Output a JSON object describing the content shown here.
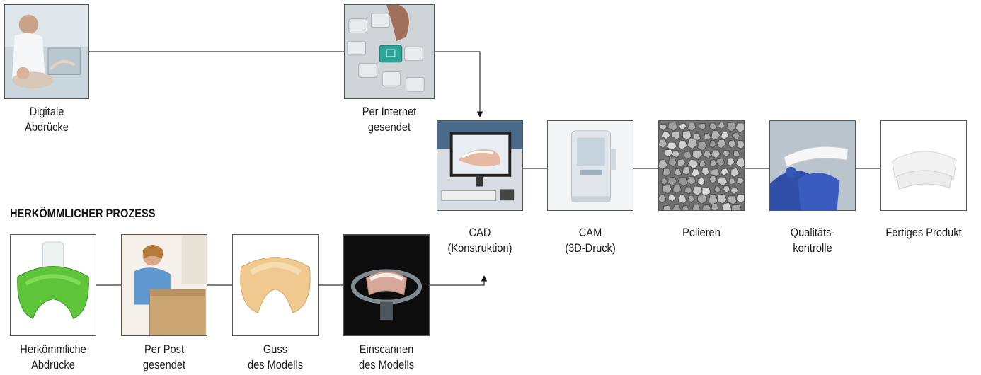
{
  "section_heading": "HERKÖMMLICHER PROZESS",
  "digital_steps": [
    {
      "line1": "Digitale",
      "line2": "Abdrücke",
      "image": "dentist-patient-photo"
    },
    {
      "line1": "Per Internet",
      "line2": "gesendet",
      "image": "keyboard-send-key-photo"
    }
  ],
  "production_steps": [
    {
      "line1": "CAD",
      "line2": "(Konstruktion)",
      "image": "cad-monitor-photo"
    },
    {
      "line1": "CAM",
      "line2": "(3D-Druck)",
      "image": "3d-printer-photo"
    },
    {
      "line1": "Polieren",
      "line2": "",
      "image": "polishing-media-photo"
    },
    {
      "line1": "Qualitäts-",
      "line2": "kontrolle",
      "image": "gloved-hands-inspection-photo"
    },
    {
      "line1": "Fertiges Produkt",
      "line2": "",
      "image": "finished-denture-photo"
    }
  ],
  "conventional_steps": [
    {
      "line1": "Herkömmliche",
      "line2": "Abdrücke",
      "image": "green-impression-tray-photo"
    },
    {
      "line1": "Per Post",
      "line2": "gesendet",
      "image": "woman-with-parcel-photo"
    },
    {
      "line1": "Guss",
      "line2": "des Modells",
      "image": "plaster-model-photo"
    },
    {
      "line1": "Einscannen",
      "line2": "des Modells",
      "image": "model-scanner-photo"
    }
  ]
}
